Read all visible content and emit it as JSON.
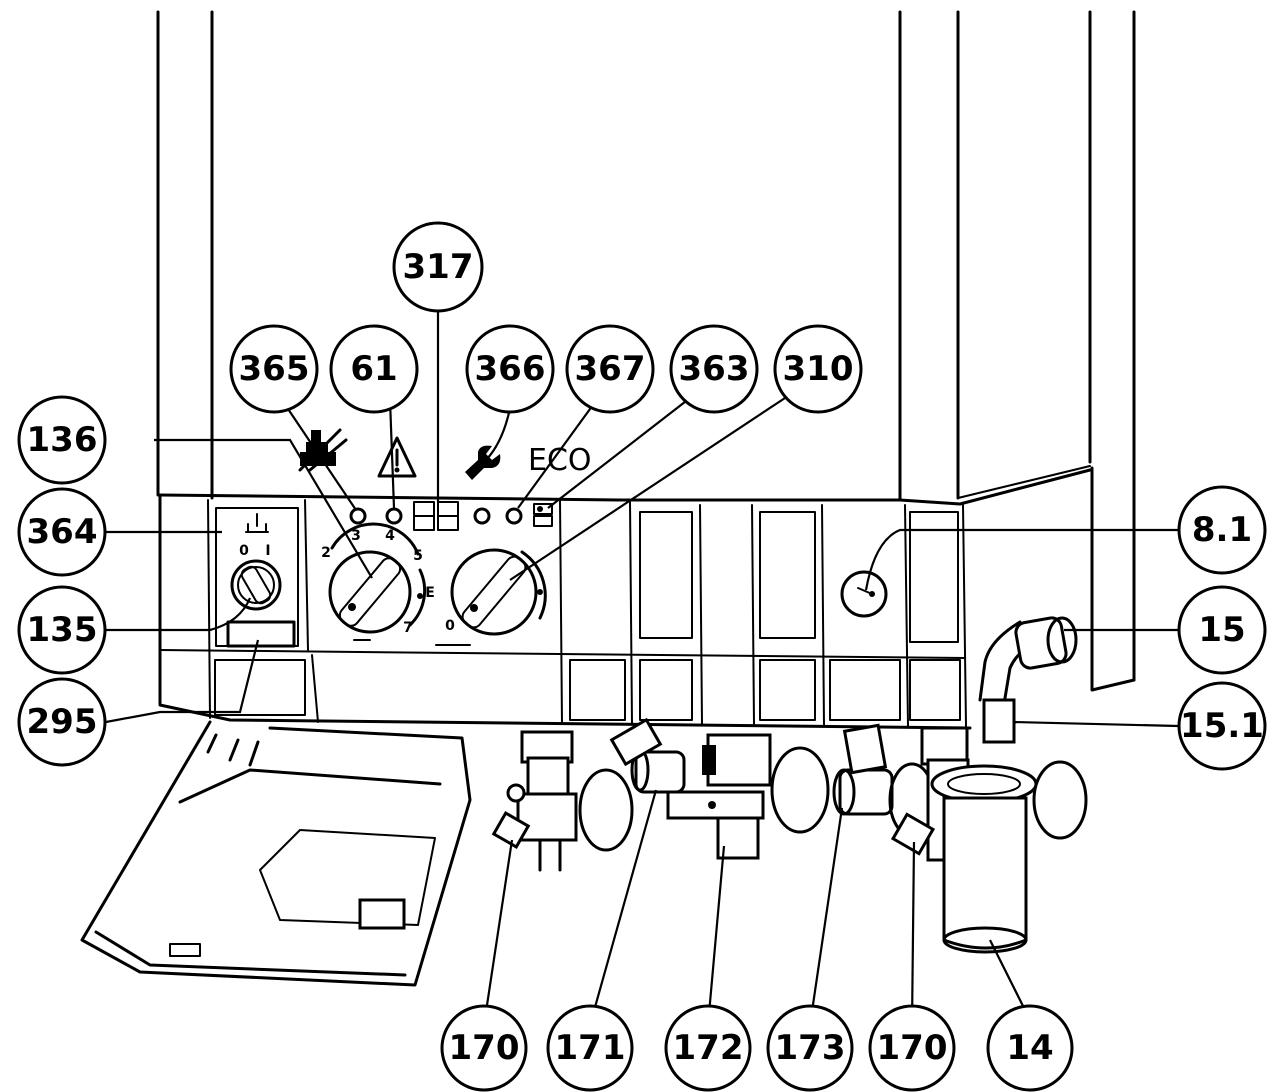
{
  "callouts": [
    {
      "id": "c317",
      "label": "317"
    },
    {
      "id": "c365",
      "label": "365"
    },
    {
      "id": "c61",
      "label": "61"
    },
    {
      "id": "c366",
      "label": "366"
    },
    {
      "id": "c367",
      "label": "367"
    },
    {
      "id": "c363",
      "label": "363"
    },
    {
      "id": "c310",
      "label": "310"
    },
    {
      "id": "c136",
      "label": "136"
    },
    {
      "id": "c364",
      "label": "364"
    },
    {
      "id": "c135",
      "label": "135"
    },
    {
      "id": "c295",
      "label": "295"
    },
    {
      "id": "c8_1",
      "label": "8.1"
    },
    {
      "id": "c15",
      "label": "15"
    },
    {
      "id": "c15_1",
      "label": "15.1"
    },
    {
      "id": "c170a",
      "label": "170"
    },
    {
      "id": "c171",
      "label": "171"
    },
    {
      "id": "c172",
      "label": "172"
    },
    {
      "id": "c173",
      "label": "173"
    },
    {
      "id": "c170b",
      "label": "170"
    },
    {
      "id": "c14",
      "label": "14"
    }
  ],
  "panel": {
    "eco_label": "ECO"
  }
}
